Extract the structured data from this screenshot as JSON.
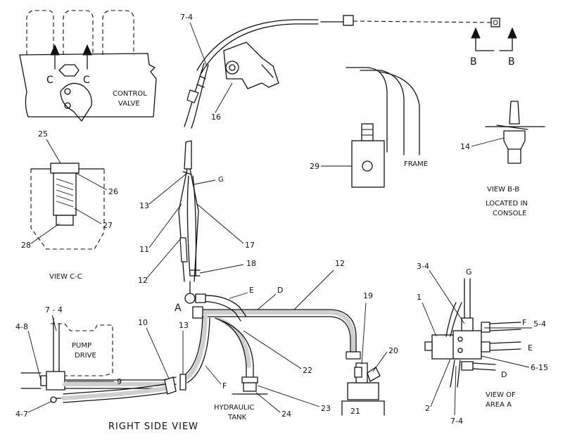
{
  "section_letters": {
    "c_left": "C",
    "c_right": "C",
    "b_left": "B",
    "b_right": "B",
    "a": "A",
    "d": "D",
    "e": "E",
    "f": "F",
    "g": "G",
    "area_a_g": "G",
    "area_a_f": "F",
    "area_a_e": "E",
    "area_a_d": "D"
  },
  "callouts": {
    "p7_4_top": "7-4",
    "p16": "16",
    "p29": "29",
    "p14": "14",
    "p25": "25",
    "p26": "26",
    "p27": "27",
    "p28": "28",
    "p13_upper": "13",
    "p11": "11",
    "p12_left": "12",
    "p17": "17",
    "p18": "18",
    "p12_right": "12",
    "p19": "19",
    "p20": "20",
    "p21": "21",
    "p22": "22",
    "p23": "23",
    "p24": "24",
    "p10": "10",
    "p13_lower": "13",
    "p9": "9",
    "p7_4_pump": "7 - 4",
    "p4_8": "4-8",
    "p4_7": "4-7",
    "p3_4": "3-4",
    "p1": "1",
    "p5_4": "5-4",
    "p6_15": "6-15",
    "p2": "2",
    "p7_4_area": "7-4"
  },
  "text_labels": {
    "control_valve_1": "CONTROL",
    "control_valve_2": "VALVE",
    "frame": "FRAME",
    "view_bb": "VIEW B-B",
    "located_in": "LOCATED IN",
    "console": "CONSOLE",
    "view_cc": "VIEW C-C",
    "pump_drive_1": "PUMP",
    "pump_drive_2": "DRIVE",
    "hydraulic_1": "HYDRAULIC",
    "hydraulic_2": "TANK",
    "view_of": "VIEW OF",
    "area_a": "AREA A",
    "right_side_view": "RIGHT SIDE VIEW"
  }
}
